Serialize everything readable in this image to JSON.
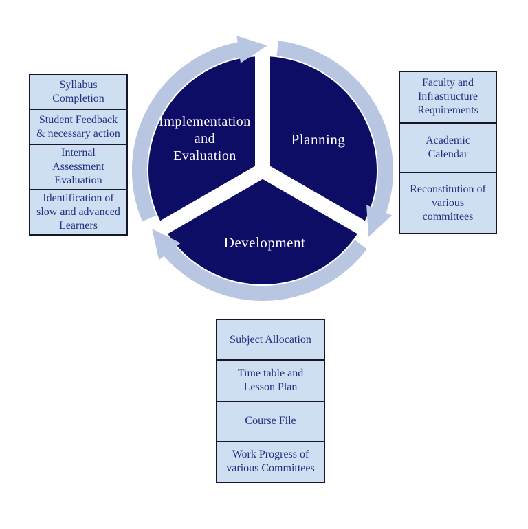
{
  "diagram": {
    "type": "cycle",
    "direction": "clockwise",
    "segments": {
      "implementation": "Implementation\nand\nEvaluation",
      "planning": "Planning",
      "development": "Development"
    },
    "colors": {
      "pie": "#0d0d66",
      "ring_arrow": "#b8c6e2",
      "gap": "#ffffff",
      "segment_label_text": "#ffffff"
    }
  },
  "tables": {
    "implementation": {
      "items": [
        "Syllabus\nCompletion",
        "Student Feedback\n& necessary action",
        "Internal\nAssessment\nEvaluation",
        "Identification of\nslow and advanced\nLearners"
      ]
    },
    "planning": {
      "items": [
        "Faculty and\nInfrastructure\nRequirements",
        "Academic\nCalendar",
        "Reconstitution of\nvarious\ncommittees"
      ]
    },
    "development": {
      "items": [
        "Subject Allocation",
        "Time table and\nLesson Plan",
        "Course File",
        "Work Progress of\nvarious  Committees"
      ]
    },
    "colors": {
      "box_fill": "#cfdff2",
      "box_border": "#161626",
      "box_text": "#232e82"
    }
  }
}
